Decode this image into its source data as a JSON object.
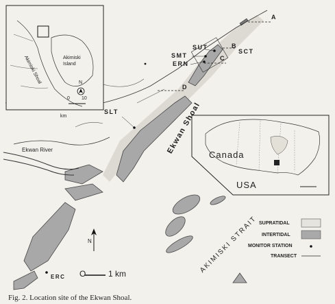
{
  "inset_left": {
    "shoal_label": "Akimiski Shoal",
    "island_label": "Akimiski Island",
    "north": "N",
    "scale_0": "0",
    "scale_10": "10",
    "scale_unit": "km"
  },
  "inset_right": {
    "country_canada": "Canada",
    "country_usa": "USA"
  },
  "map": {
    "shoal_name": "Ekwan Shoal",
    "river_name": "Ekwan River",
    "strait_name": "AKIMISKI STRAIT",
    "transects": [
      "A",
      "B",
      "C",
      "D"
    ],
    "stations": [
      "SUT",
      "SMT",
      "ERN",
      "SCT",
      "SLT",
      "ERC"
    ],
    "north": "N",
    "scale_0": "O",
    "scale_1": "1 km"
  },
  "legend": {
    "items": [
      {
        "label": "SUPRATIDAL",
        "color": "#e6e4de"
      },
      {
        "label": "INTERTIDAL",
        "color": "#a9a9a9"
      },
      {
        "label": "MONITOR STATION",
        "symbol": "star-dot"
      },
      {
        "label": "TRANSECT",
        "symbol": "line"
      }
    ]
  },
  "caption": "Fig. 2. Location site of the Ekwan Shoal."
}
